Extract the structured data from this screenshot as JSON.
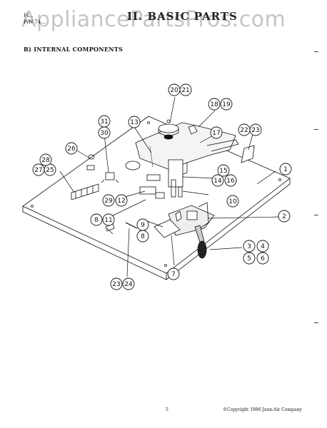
{
  "header": {
    "left_line1": "Fi...",
    "left_line2": "P/N 74...",
    "title": "II. BASIC PARTS"
  },
  "watermark": "AppliancePartsPros.com",
  "section_title": "B) INTERNAL COMPONENTS",
  "callouts": [
    "1",
    "2",
    "3",
    "4",
    "5",
    "6",
    "7",
    "8",
    "8",
    "9",
    "10",
    "11",
    "12",
    "13",
    "14",
    "15",
    "16",
    "17",
    "18",
    "19",
    "20",
    "21",
    "22",
    "23",
    "22",
    "23",
    "24",
    "25",
    "26",
    "27",
    "28",
    "29",
    "30",
    "31"
  ],
  "footer": {
    "page_number": "5",
    "copyright": "©Copyright 1986 Jenn-Air Company"
  },
  "colors": {
    "ink": "#111111",
    "watermark": "#999999",
    "paper": "#ffffff"
  }
}
